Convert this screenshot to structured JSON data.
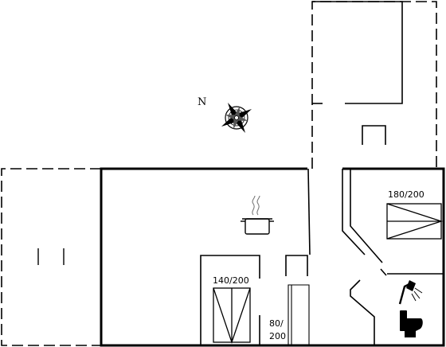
{
  "compass": {
    "label": "N",
    "icon": "compass-rose-icon"
  },
  "rooms": {
    "bedroom_1": {
      "bed_label": "140/200"
    },
    "bedroom_2": {
      "bed_label": "180/200"
    },
    "alcove": {
      "bed_label_line1": "80/",
      "bed_label_line2": "200"
    }
  },
  "icons": {
    "kitchen": "cooking-pot-icon",
    "shower": "shower-icon",
    "toilet": "toilet-icon"
  }
}
